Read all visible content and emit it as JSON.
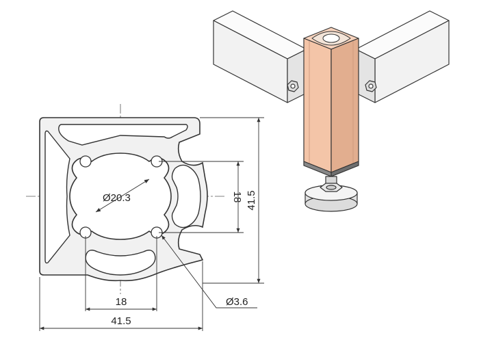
{
  "dimensions": {
    "bore_diameter": "Ø20.3",
    "slot_spacing_vertical": "18",
    "profile_height": "41.5",
    "slot_spacing_horizontal": "18",
    "profile_width": "41.5",
    "hole_diameter": "Ø3.6"
  },
  "colors": {
    "line": "#333333",
    "profile_fill": "#f1f1f1",
    "post_face": "#f4c5a8",
    "post_shade": "#e2ae8f",
    "beam_face": "#f6f6f6"
  }
}
